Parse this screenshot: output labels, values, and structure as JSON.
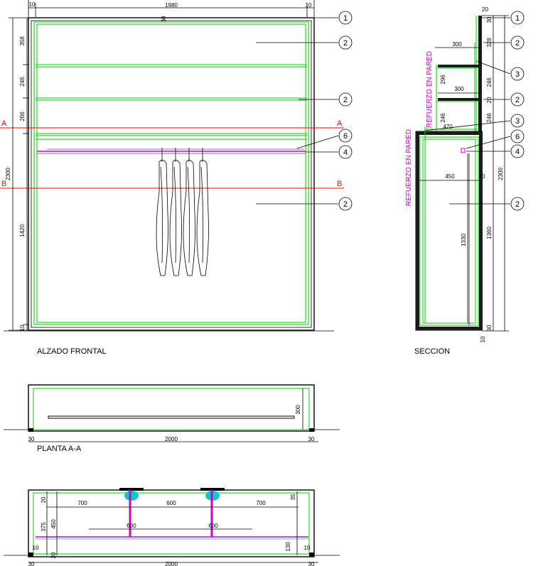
{
  "colors": {
    "outline": "#000000",
    "board": "#00cc00",
    "section_line": "#ff0000",
    "rail": "#cc00cc",
    "rail_alt": "#3399ff",
    "hanger_bracket": "#00cccc"
  },
  "elevation": {
    "title": "ALZADO FRONTAL",
    "top_dims": [
      "10",
      "1980",
      "10"
    ],
    "inner_top_dim": "30",
    "left_dims": [
      "358",
      "246",
      "266",
      "1420",
      "10"
    ],
    "total_height": "2300",
    "section_a": "A",
    "section_b": "B",
    "tags": [
      "1",
      "2",
      "2",
      "6",
      "4",
      "2"
    ]
  },
  "section": {
    "title": "SECCION",
    "wall_reinforcement_label": "REFUERZO EN PARED",
    "dims": {
      "top_thickness": "20",
      "upper_depth": "300",
      "middle_depth": "300",
      "lower_top_depth": "470",
      "lower_depth": "450",
      "side_gap": "20",
      "shelf_heights": [
        "296",
        "246"
      ],
      "hang_height": "1330",
      "right_dims": [
        "30",
        "328",
        "246",
        "20",
        "246",
        "1360",
        "30"
      ],
      "total_height": "2300",
      "bottom": "10"
    },
    "tags": [
      "1",
      "2",
      "3",
      "2",
      "3",
      "6",
      "4",
      "2"
    ]
  },
  "plan_a": {
    "title": "PLANTA A-A",
    "dims": [
      "30",
      "2000",
      "30"
    ],
    "depth": "300"
  },
  "plan_b": {
    "left_dims": [
      "20",
      "375",
      "450",
      "10",
      "20"
    ],
    "spans": [
      "700",
      "600",
      "700"
    ],
    "bracket_dims": [
      "600",
      "600"
    ],
    "right_dims": [
      "35",
      "130",
      "10"
    ],
    "bottom_dims": [
      "30",
      "2000",
      "30"
    ]
  }
}
